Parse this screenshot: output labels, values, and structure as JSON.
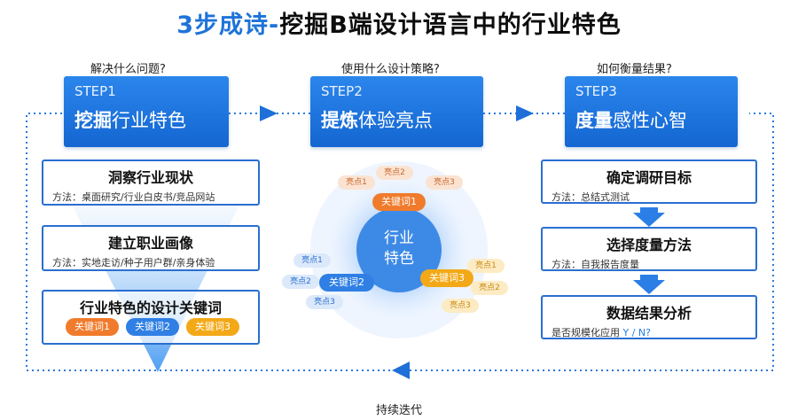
{
  "title": {
    "accent": "3步成诗-",
    "rest": "挖掘B端设计语言中的行业特色"
  },
  "steps": [
    {
      "question": "解决什么问题?",
      "num": "STEP1",
      "bold": "挖掘",
      "rest": "行业特色"
    },
    {
      "question": "使用什么设计策略?",
      "num": "STEP2",
      "bold": "提炼",
      "rest": "体验亮点"
    },
    {
      "question": "如何衡量结果?",
      "num": "STEP3",
      "bold": "度量",
      "rest": "感性心智"
    }
  ],
  "left_cards": [
    {
      "heading": "洞察行业现状",
      "detail": "方法：桌面研究/行业白皮书/竞品网站"
    },
    {
      "heading": "建立职业画像",
      "detail": "方法：实地走访/种子用户群/亲身体验"
    },
    {
      "heading": "行业特色的设计关键词",
      "detail": ""
    }
  ],
  "keywords": [
    "关键词1",
    "关键词2",
    "关键词3"
  ],
  "center": {
    "core_line1": "行业",
    "core_line2": "特色",
    "highlight": "亮点1",
    "highlights": [
      "亮点1",
      "亮点2",
      "亮点3"
    ]
  },
  "right_cards": [
    {
      "heading": "确定调研目标",
      "detail": "方法：总结式测试"
    },
    {
      "heading": "选择度量方法",
      "detail": "方法：自我报告度量"
    },
    {
      "heading": "数据结果分析",
      "detail_prefix": "是否规模化应用 ",
      "detail_accent": "Y / N?"
    }
  ],
  "loop_label": "持续迭代",
  "colors": {
    "blue": "#1f6fd6",
    "orange": "#f07b2c",
    "yellow": "#f3a917",
    "light_orange": "#fbe3d2",
    "light_blue": "#dce9fb"
  }
}
